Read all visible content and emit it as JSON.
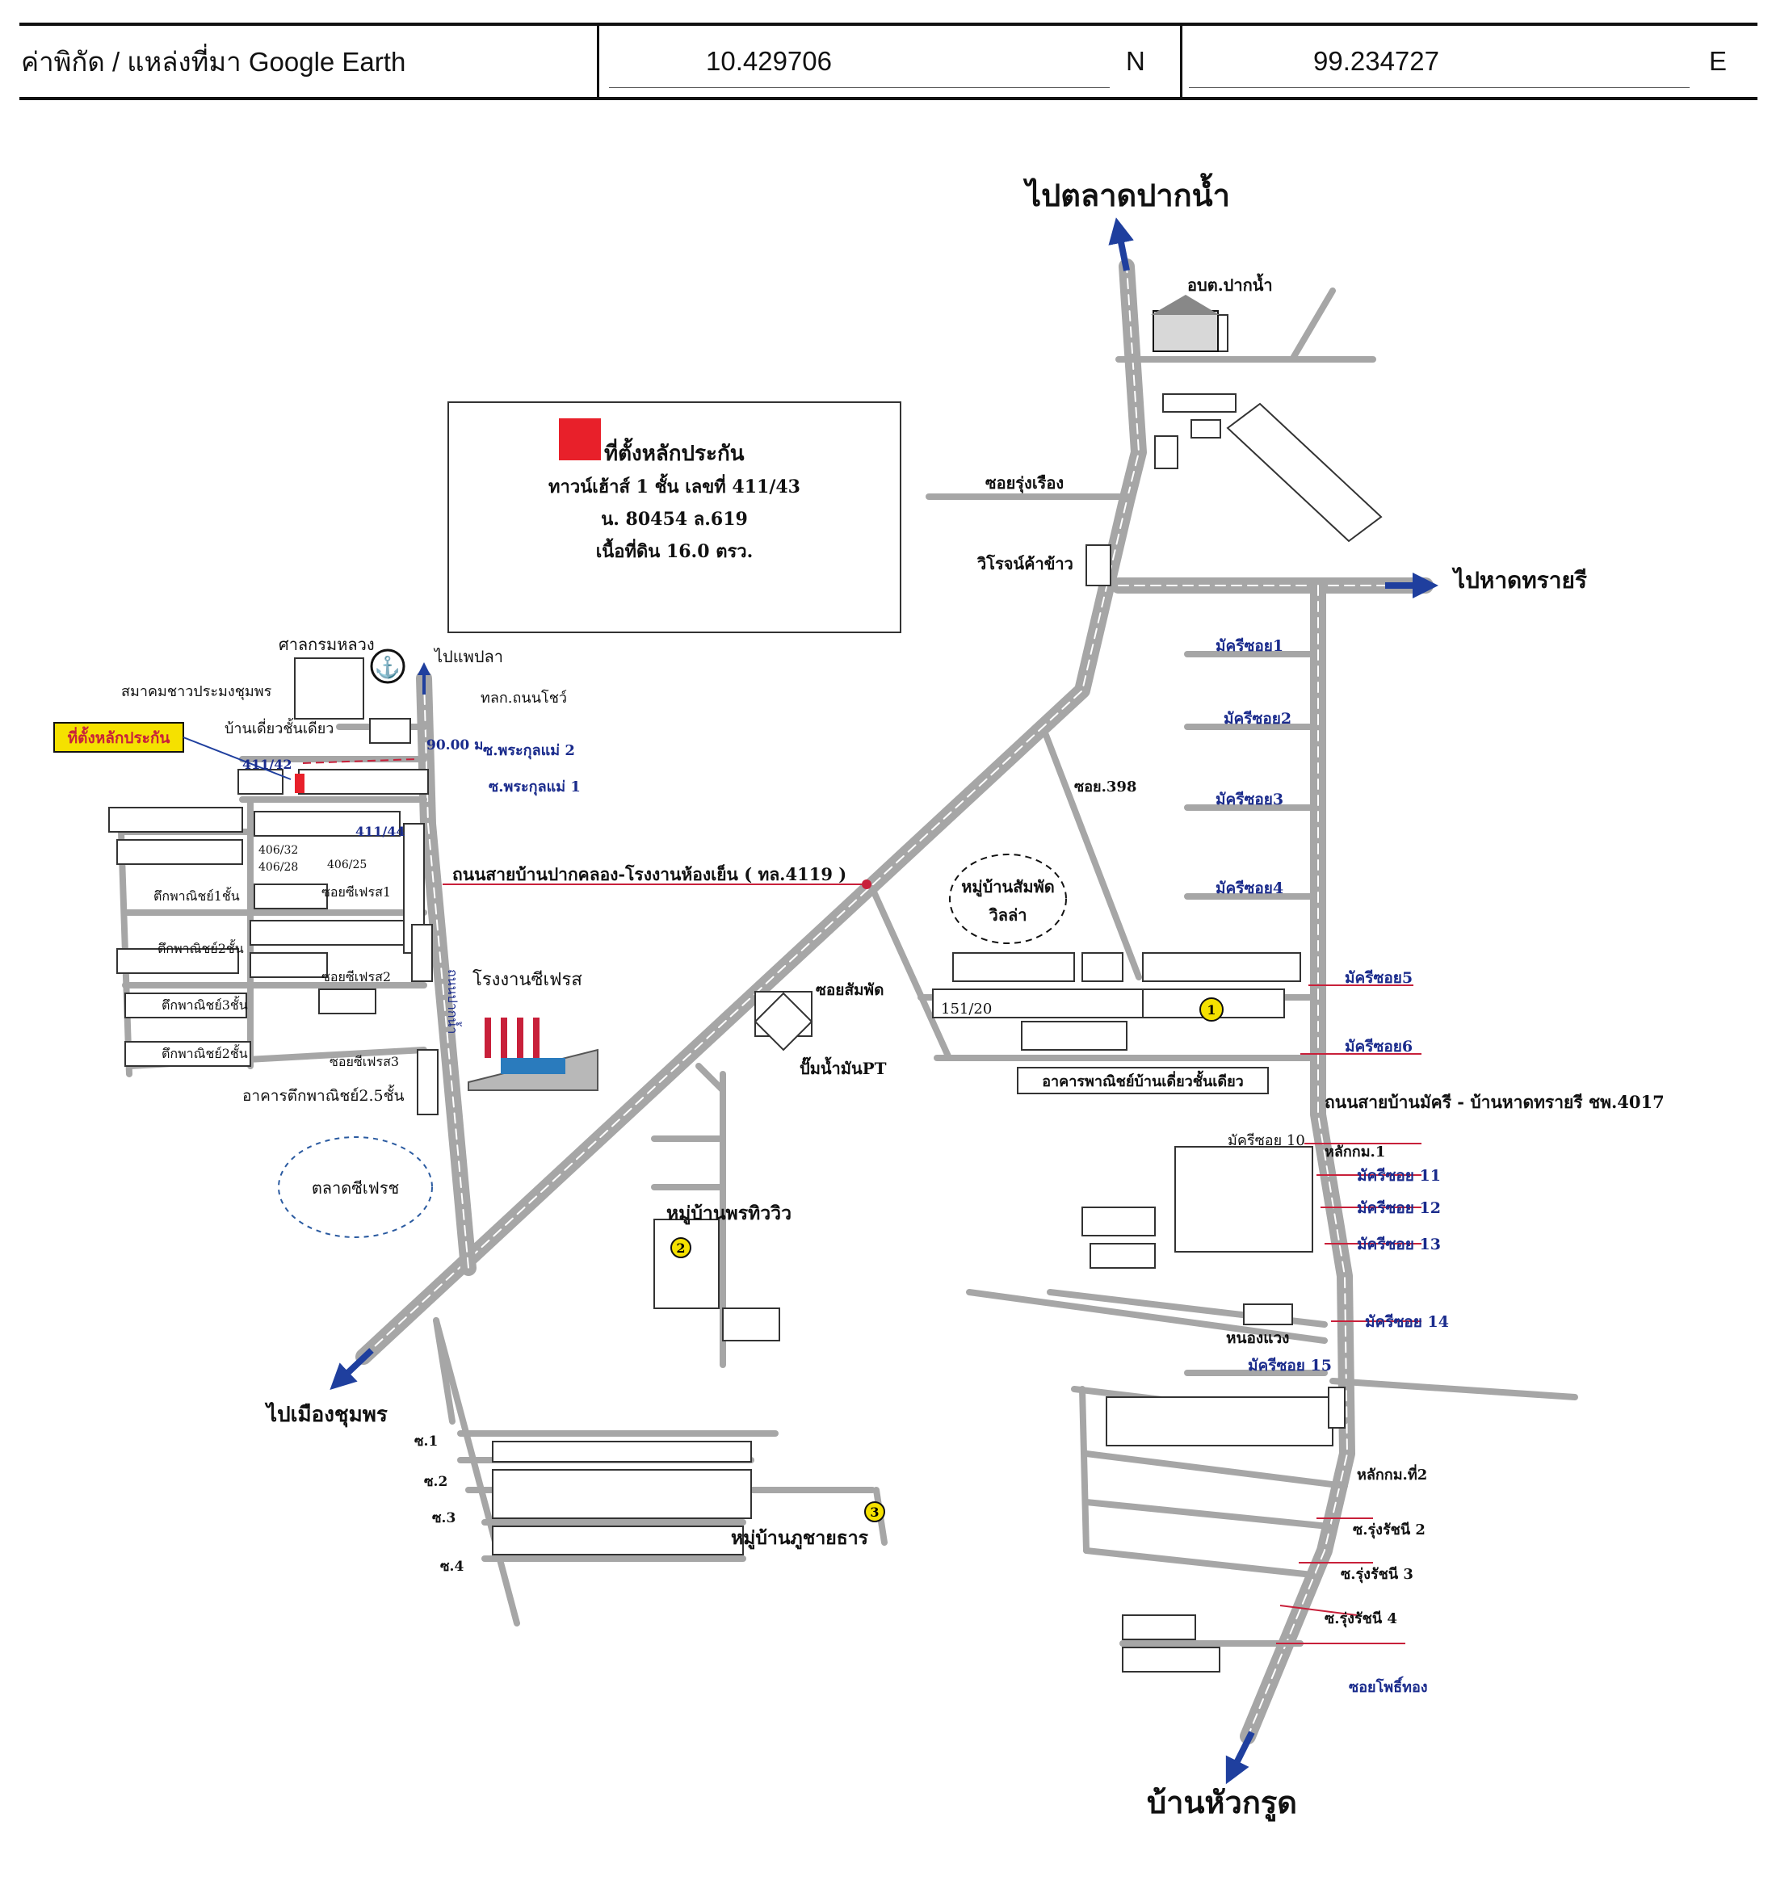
{
  "header": {
    "label": "ค่าพิกัด / แหล่งที่มา Google Earth",
    "lat": "10.429706",
    "lat_dir": "N",
    "lon": "99.234727",
    "lon_dir": "E"
  },
  "legend": {
    "line1": "ที่ตั้งหลักประกัน",
    "line2": "ทาวน์เฮ้าส์ 1 ชั้น เลขที่ 411/43",
    "line3": "น. 80454 ล.619",
    "line4": "เนื้อที่ดิน 16.0 ตรว.",
    "marker_color": "#e8202a"
  },
  "directions": {
    "north": "ไปตลาดปากน้ำ",
    "east": "ไปหาดทรายรี",
    "southwest": "ไปเมืองชุมพร",
    "south": "บ้านหัวกรูด",
    "pier": "ไปแพปลา"
  },
  "colors": {
    "road": "#a6a6a6",
    "arrow": "#1f3f9e",
    "pointer": "#c8203a",
    "highlight_box": "#f5e100"
  },
  "labels": {
    "obt": "อบต.ปากน้ำ",
    "soi_rungruang": "ซอยรุ่งเรือง",
    "wiroj": "วิโรจน์ค้าข้าว",
    "makham1": "มัครีซอย1",
    "makham2": "มัครีซอย2",
    "makham3": "มัครีซอย3",
    "makham4": "มัครีซอย4",
    "makham5": "มัครีซอย5",
    "makham6": "มัครีซอย6",
    "makham10": "มัครีซอย 10",
    "makham11": "มัครีซอย 11",
    "makham12": "มัครีซอย 12",
    "makham13": "มัครีซอย 13",
    "makham14": "มัครีซอย 14",
    "makham15": "มัครีซอย 15",
    "soi398": "ซอย.398",
    "village_sampan": "หมู่บ้านสัมพัด",
    "village_sampan2": "วิลล่า",
    "soi_sampan": "ซอยสัมพัด",
    "house_151": "151/20",
    "pt": "ปั๊มน้ำมันPT",
    "shophouse_single": "อาคารพาณิชย์บ้านเดี่ยวชั้นเดียว",
    "road_4017": "ถนนสายบ้านมัครี - บ้านหาดทรายรี ชพ.4017",
    "km1": "หลักกม.1",
    "km2": "หลักกม.ที่2",
    "rung1": "ซ.รุ่งรัชนี 2",
    "rung2": "ซ.รุ่งรัชนี 3",
    "rung3": "ซ.รุ่งรัชนี 4",
    "soi_phochok": "ซอยโพธิ์ทอง",
    "nong_haeng": "หนองแวง",
    "road_4119": "ถนนสายบ้านปากคลอง-โรงงานห้องเย็น ( ทล.4119 )",
    "collateral_box": "ที่ตั้งหลักประกัน",
    "house_41142": "411/42",
    "house_41144": "411/44",
    "house_40632": "406/32",
    "house_40628": "406/28",
    "house_40625": "406/25",
    "shrine": "ศาลกรมหลวง",
    "fisher_assoc": "สมาคมชาวประมงชุมพร",
    "ban_tuay": "บ้านเดี่ยวชั้นเดียว",
    "lok_yong": "ทลก.ถนนโชว์",
    "distance": "90.00 ม.",
    "soi_prakul2": "ซ.พระกุลแม่ 2",
    "soi_prakul1": "ซ.พระกุลแม่ 1",
    "cp_factory": "โรงงานซีเฟรส",
    "soi_cp1": "ซอยซีเฟรส1",
    "soi_cp2": "ซอยซีเฟรส2",
    "soi_cp3": "ซอยซีเฟรส3",
    "shop_1": "ตึกพาณิชย์1ชั้น",
    "shop_2": "ตึกพาณิชย์2ชั้น",
    "shop_3": "ตึกพาณิชย์3ชั้น",
    "shop_4": "ตึกพาณิชย์2ชั้น",
    "shophouse": "อาคารตึกพาณิชย์2.5ชั้น",
    "seafresh_market": "ตลาดซีเฟรช",
    "road_side": "ถนนปากน้ำ",
    "village_phon": "หมู่บ้านพรทิววิว",
    "village_khuchai": "หมู่บ้านภูชายธาร",
    "s1": "ซ.1",
    "s2": "ซ.2",
    "s3": "ซ.3",
    "s4": "ซ.4",
    "n1": "1",
    "n2": "2",
    "n3": "3"
  }
}
